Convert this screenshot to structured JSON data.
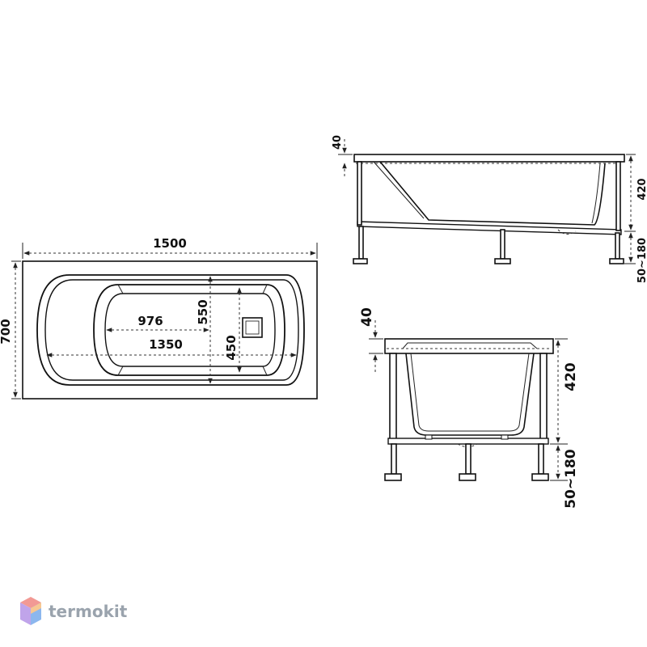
{
  "top_view": {
    "length": "1500",
    "width": "700",
    "inner_length_bottom": "976",
    "inner_length_top": "1350",
    "inner_width_top": "550",
    "inner_width_bottom": "450"
  },
  "side_view": {
    "rim": "40",
    "depth": "420",
    "legs": "50~180"
  },
  "end_view": {
    "rim": "40",
    "depth": "420",
    "legs": "50~180"
  },
  "brand": {
    "name": "termokit",
    "colors": [
      "#e8473d",
      "#2f7de1",
      "#f29a3a",
      "#8e5bd9"
    ]
  }
}
